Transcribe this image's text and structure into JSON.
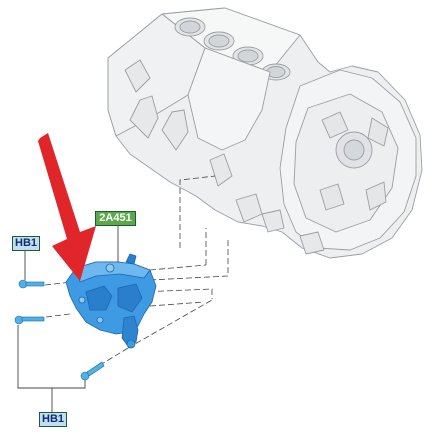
{
  "callouts": {
    "part_number": "2A451",
    "bolt_top": "HB1",
    "bolt_bottom": "HB1"
  },
  "colors": {
    "engine_block": "#eeeff0",
    "engine_outline": "#9a9ea3",
    "component_fill": "#3d9ae3",
    "component_dark": "#1f66ad",
    "bolt_fill": "#4db3e6",
    "arrow": "#e0262b",
    "part_tag_bg": "#5ca84d",
    "bolt_tag_bg": "#c4dcf6",
    "leader_lines": "#444444"
  },
  "icons": {
    "pointer": "red-down-arrow-icon",
    "component": "engine-mounted-pump-icon",
    "bolt": "bolt-icon"
  }
}
